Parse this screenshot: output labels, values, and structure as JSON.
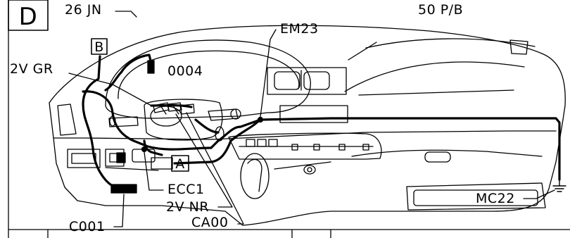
{
  "panel": {
    "letter": "D"
  },
  "header": {
    "left_label": "26 JN",
    "right_label": "50 P/B"
  },
  "callouts": {
    "em23": "EM23",
    "b_box": "B",
    "a_box": "A",
    "gr_2v": "2V GR",
    "code_0004": "0004",
    "ecc1": "ECC1",
    "nr_2v": "2V NR",
    "ca00": "CA00",
    "c001": "C001",
    "mc22": "MC22"
  }
}
